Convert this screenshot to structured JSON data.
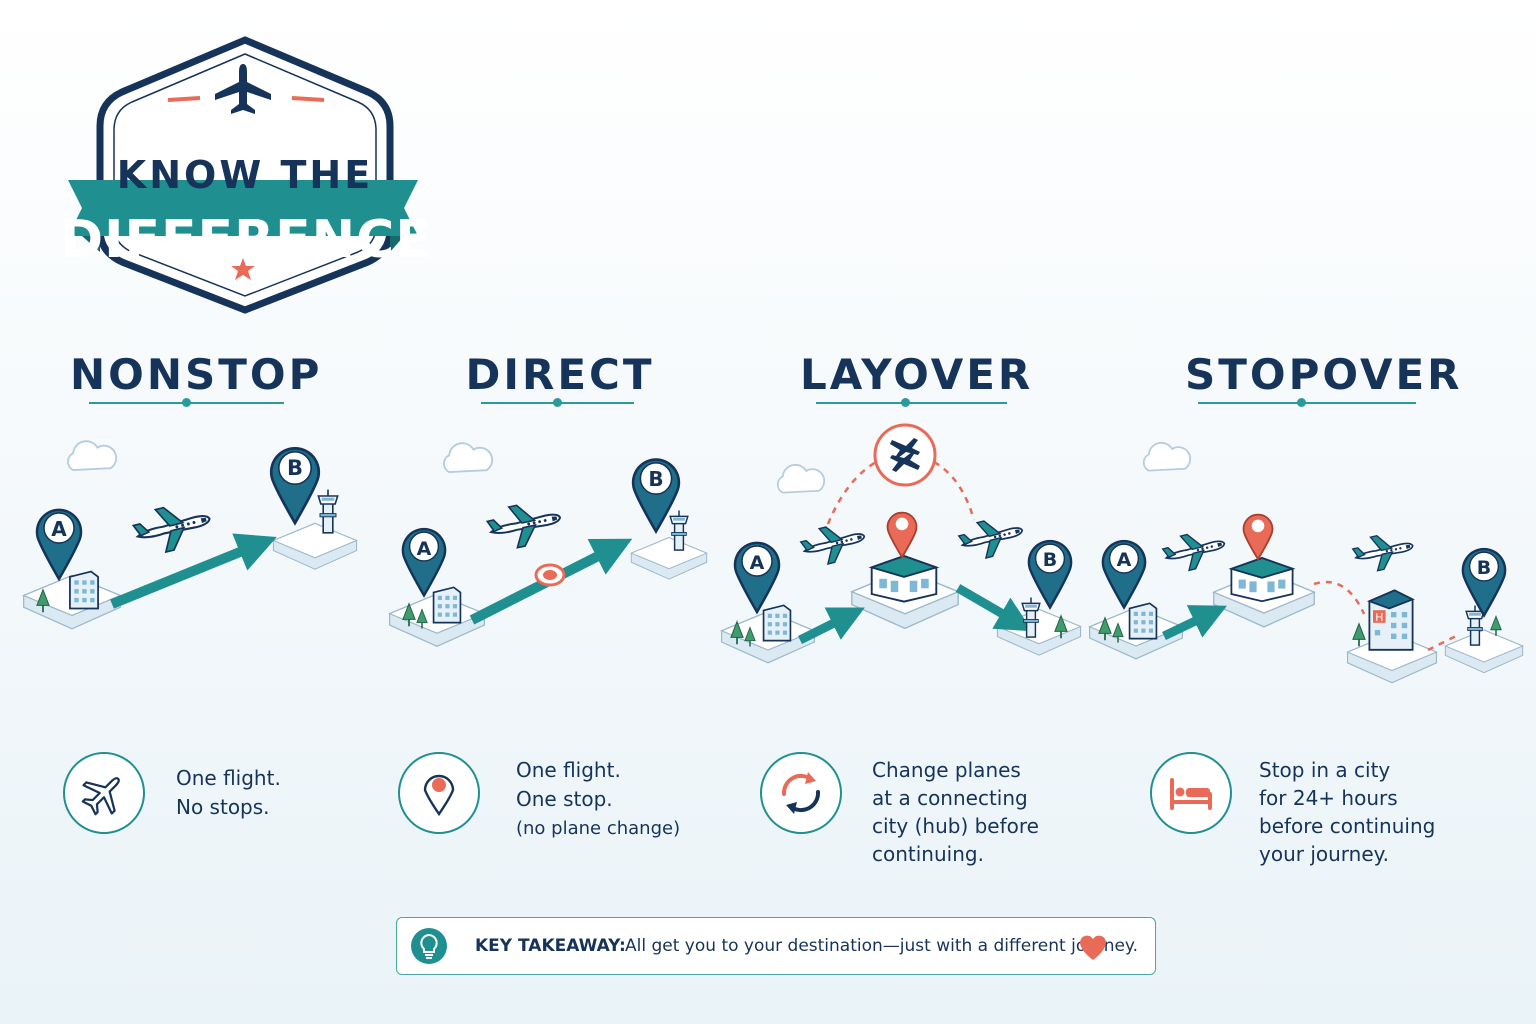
{
  "badge": {
    "line1": "KNOW THE",
    "line2": "DIFFERENCE"
  },
  "columns": [
    {
      "title": "NONSTOP",
      "icon": "airplane-icon",
      "lines": [
        "One flight.",
        "No stops."
      ],
      "note": ""
    },
    {
      "title": "DIRECT",
      "icon": "map-pin-icon",
      "lines": [
        "One flight.",
        "One stop."
      ],
      "note": "(no plane change)"
    },
    {
      "title": "LAYOVER",
      "icon": "refresh-arrows-icon",
      "lines": [
        "Change planes",
        "at a connecting",
        "city (hub) before",
        "continuing."
      ],
      "note": ""
    },
    {
      "title": "STOPOVER",
      "icon": "bed-icon",
      "lines": [
        "Stop in a city",
        "for 24+ hours",
        "before continuing",
        "your journey."
      ],
      "note": ""
    }
  ],
  "pins": {
    "origin": "A",
    "destination": "B"
  },
  "takeaway": {
    "label": "KEY TAKEAWAY:",
    "text": "All get you to your destination—just with a different journey.",
    "icon": "lightbulb-icon"
  },
  "colors": {
    "navy": "#16335a",
    "teal": "#1f8f90",
    "coral": "#e96a57"
  }
}
